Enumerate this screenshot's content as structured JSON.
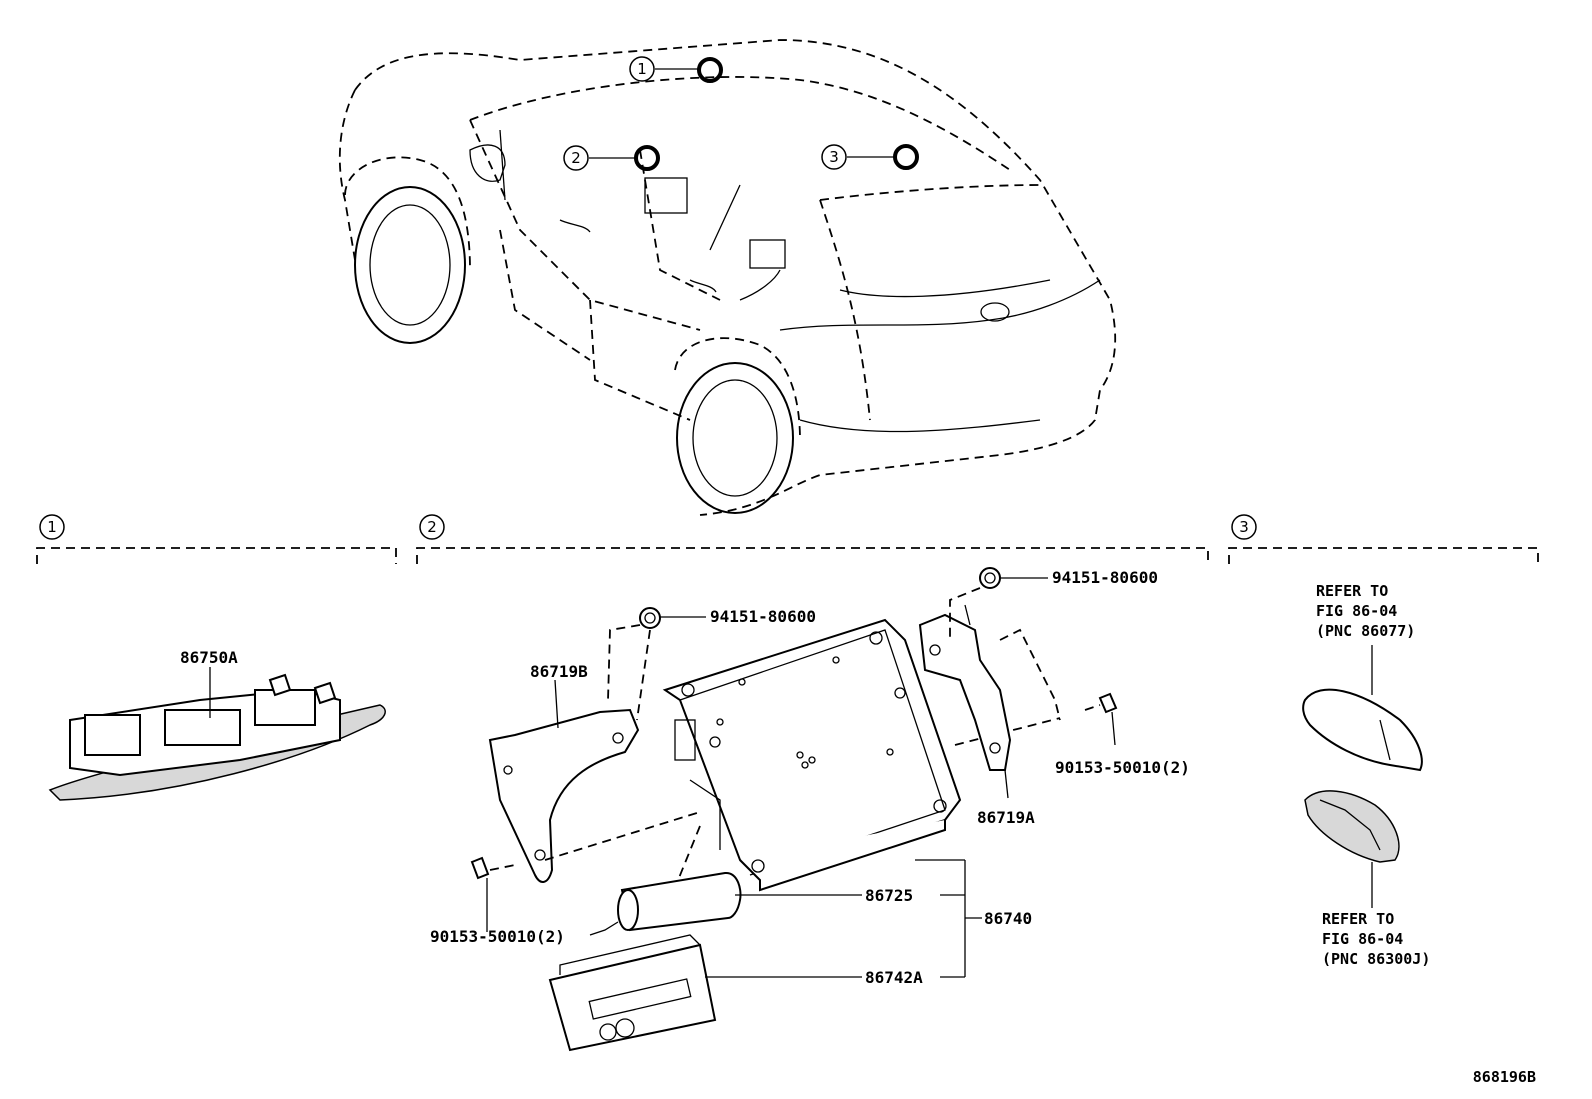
{
  "callouts": {
    "c1": "1",
    "c2": "2",
    "c3": "3"
  },
  "sections": [
    {
      "num": "1"
    },
    {
      "num": "2"
    },
    {
      "num": "3"
    }
  ],
  "parts": {
    "p86750A": "86750A",
    "p86719B": "86719B",
    "p94151_left": "94151-80600",
    "p94151_right": "94151-80600",
    "p90153_right": "90153-50010(2)",
    "p86719A": "86719A",
    "p90153_left": "90153-50010(2)",
    "p86725": "86725",
    "p86740": "86740",
    "p86742A": "86742A"
  },
  "refer_notes": {
    "upper": [
      "REFER TO",
      "FIG 86-04",
      "(PNC 86077)"
    ],
    "lower": [
      "REFER TO",
      "FIG 86-04",
      "(PNC 86300J)"
    ]
  },
  "figure_id": "868196B"
}
